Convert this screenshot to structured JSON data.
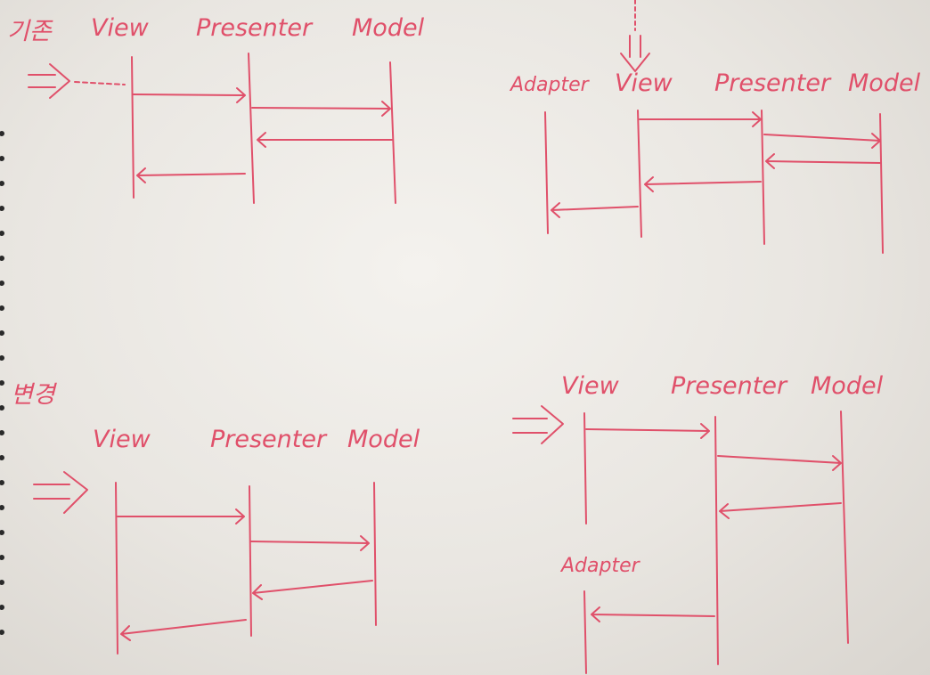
{
  "diagrams": {
    "original": {
      "title": "기존",
      "view": "View",
      "presenter": "Presenter",
      "model": "Model"
    },
    "original_with_adapter": {
      "adapter": "Adapter",
      "view": "View",
      "presenter": "Presenter",
      "model": "Model"
    },
    "changed": {
      "title": "변경",
      "view": "View",
      "presenter": "Presenter",
      "model": "Model"
    },
    "changed_with_adapter": {
      "view": "View",
      "presenter": "Presenter",
      "model": "Model",
      "adapter": "Adapter"
    }
  },
  "colors": {
    "ink": "#e0506a",
    "paper": "#f0eee9"
  }
}
